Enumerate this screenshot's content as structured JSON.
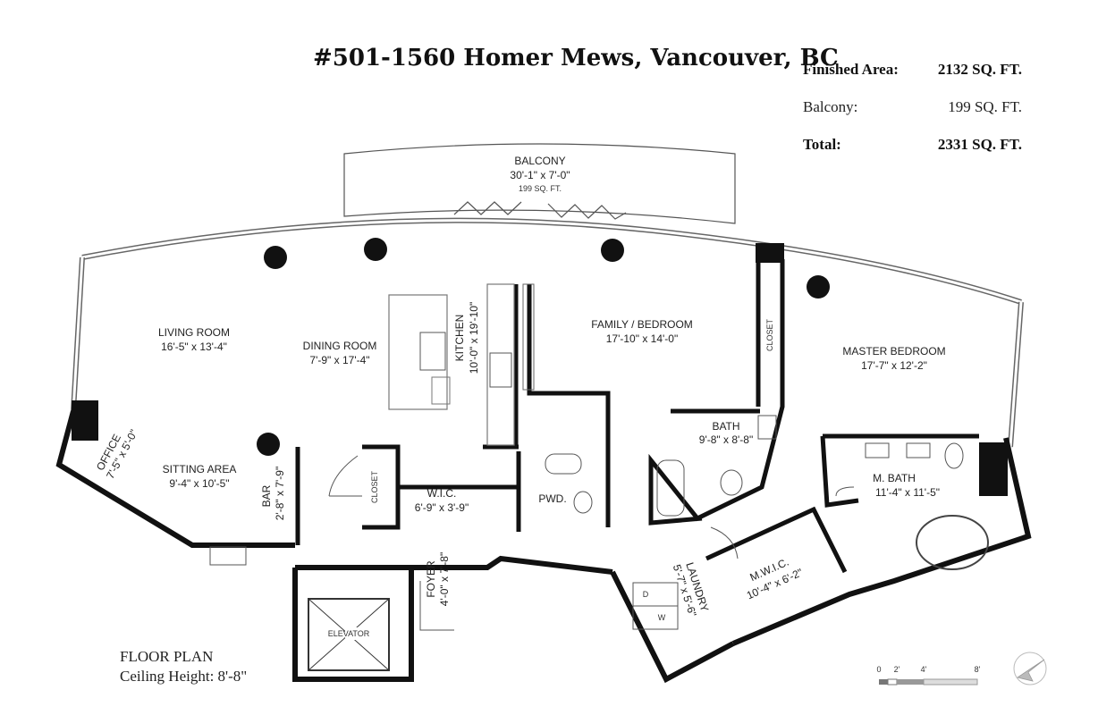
{
  "title": "#501-1560 Homer Mews, Vancouver, BC",
  "areas": {
    "finished_label": "Finished Area:",
    "finished_value": "2132 SQ. FT.",
    "balcony_label": "Balcony:",
    "balcony_value": "199 SQ. FT.",
    "total_label": "Total:",
    "total_value": "2331 SQ. FT."
  },
  "rooms": {
    "balcony": {
      "name": "BALCONY",
      "dim": "30'-1\" x 7'-0\"",
      "area": "199 SQ. FT."
    },
    "living": {
      "name": "LIVING ROOM",
      "dim": "16'-5\" x 13'-4\""
    },
    "dining": {
      "name": "DINING ROOM",
      "dim": "7'-9\" x 17'-4\""
    },
    "kitchen": {
      "name": "KITCHEN",
      "dim": "10'-0\" x 19'-10\""
    },
    "family": {
      "name": "FAMILY / BEDROOM",
      "dim": "17'-10\" x 14'-0\""
    },
    "closet_master": {
      "name": "CLOSET"
    },
    "master": {
      "name": "MASTER BEDROOM",
      "dim": "17'-7\" x 12'-2\""
    },
    "bath": {
      "name": "BATH",
      "dim": "9'-8\" x 8'-8\""
    },
    "mbath": {
      "name": "M. BATH",
      "dim": "11'-4\" x 11'-5\""
    },
    "office": {
      "name": "OFFICE",
      "dim": "7'-5\" x 5'-0\""
    },
    "sitting": {
      "name": "SITTING AREA",
      "dim": "9'-4\" x 10'-5\""
    },
    "bar": {
      "name": "BAR",
      "dim": "2'-8\" x 7'-9\""
    },
    "closet_foyer": {
      "name": "CLOSET"
    },
    "wic": {
      "name": "W.I.C.",
      "dim": "6'-9\" x 3'-9\""
    },
    "pwd": {
      "name": "PWD."
    },
    "foyer": {
      "name": "FOYER",
      "dim": "4'-0\" x 7'-8\""
    },
    "laundry": {
      "name": "LAUNDRY",
      "dim": "5'-7\" x 5'-6\""
    },
    "mwic": {
      "name": "M.W.I.C.",
      "dim": "10'-4\" x 6'-2\""
    },
    "elevator": {
      "name": "ELEVATOR"
    },
    "washer": {
      "name": "W"
    },
    "dryer": {
      "name": "D"
    }
  },
  "caption": {
    "label": "FLOOR PLAN",
    "ceiling": "Ceiling Height: 8'-8\""
  },
  "scale": {
    "t0": "0",
    "t1": "2'",
    "t2": "4'",
    "t3": "8'"
  }
}
